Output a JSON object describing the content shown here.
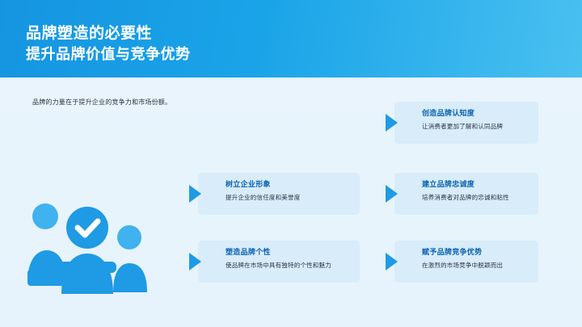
{
  "header": {
    "title": "品牌塑造的必要性",
    "subtitle": "提升品牌价值与竞争优势",
    "bg_start": "#1595e0",
    "bg_end": "#49c0f0"
  },
  "intro": {
    "text": "品牌的力量在于提升企业的竞争力和市场份额。"
  },
  "illustration": {
    "name": "people-check-icon",
    "color": "#1f9ae4",
    "accent": "#3fb2ef"
  },
  "cards": [
    {
      "title": "创造品牌认知度",
      "desc": "让消费者更加了解和认同品牌"
    },
    {
      "title": "树立企业形象",
      "desc": "提升企业的信任度和美誉度"
    },
    {
      "title": "建立品牌忠诚度",
      "desc": "培养消费者对品牌的忠诚和粘性"
    },
    {
      "title": "塑造品牌个性",
      "desc": "使品牌在市场中具有独特的个性和魅力"
    },
    {
      "title": "赋予品牌竞争优势",
      "desc": "在激烈的市场竞争中脱颖而出"
    }
  ],
  "theme": {
    "card_bg": "#d8ecfa",
    "title_color": "#0b63b0",
    "body_color": "#2a3442",
    "arrow_color": "#1f9ae4",
    "page_bg": "#e8f4fd"
  }
}
